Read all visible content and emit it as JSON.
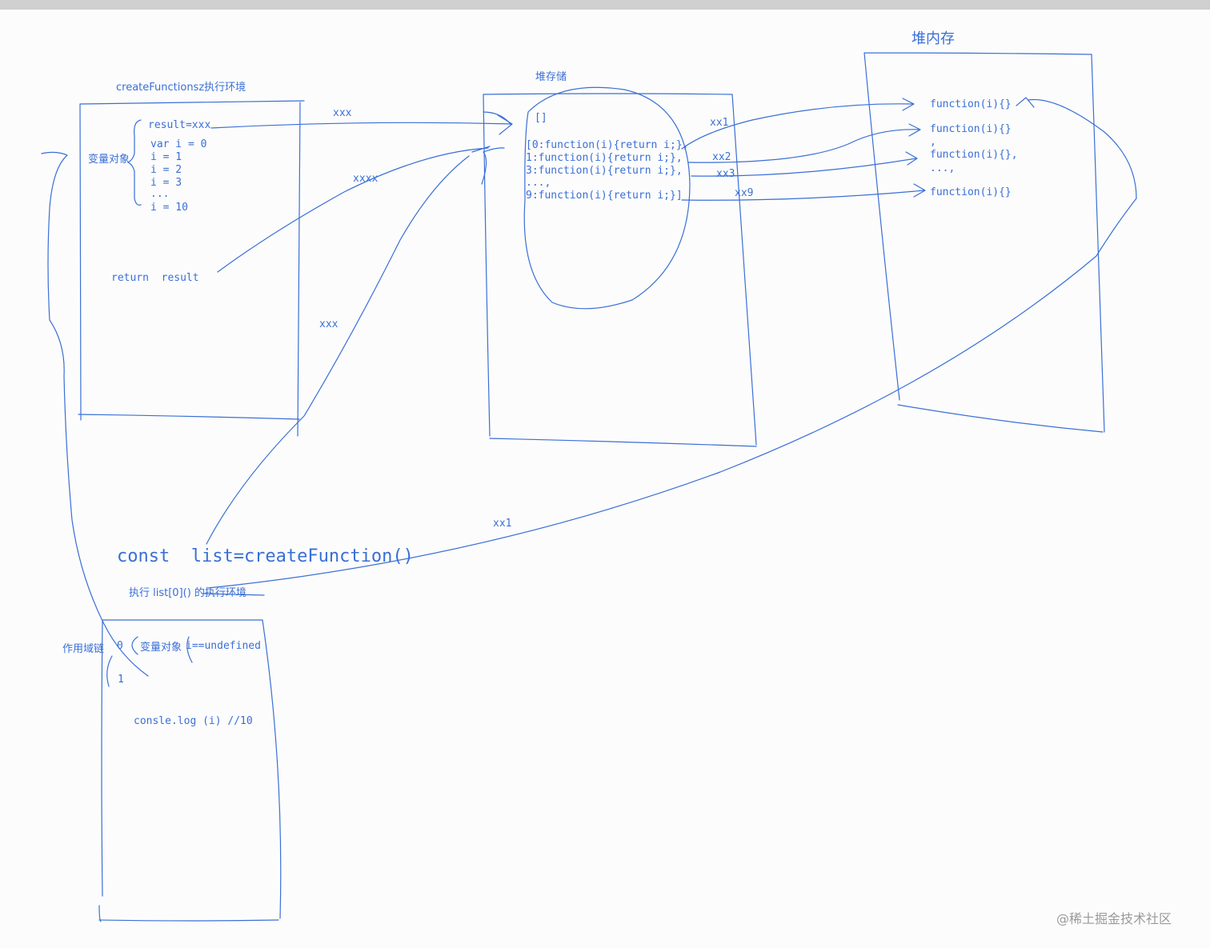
{
  "labels": {
    "create_env_title": "createFunctionsz执行环境",
    "variable_object": "变量对象",
    "result_assign": "result=xxx",
    "var_i0": "var i = 0",
    "i1": "i = 1",
    "i2": "i = 2",
    "i3": "i = 3",
    "ellipsis": "...",
    "i10": "i = 10",
    "return_result": "return  result",
    "xxx_top": "xxx",
    "xxxx": "xxxx",
    "xxx_mid": "xxx",
    "stack_title": "堆存储",
    "empty_array": "[]",
    "arr0": "[0:function(i){return i;},",
    "arr1": "1:function(i){return i;},",
    "arr3": "3:function(i){return i;},",
    "arr_dots": "...,",
    "arr9": "9:function(i){return i;}]",
    "xx1": "xx1",
    "xx2": "xx2",
    "xx3": "xx3",
    "xx9": "xx9",
    "heap_title": "堆内存",
    "fn1": "function(i){}",
    "fn2": "function(i){}",
    "comma": ",",
    "fn3": "function(i){},",
    "fn_dots": "...,",
    "fn4": "function(i){}",
    "const_line": "const  list=createFunction()",
    "xx1_bottom": "xx1",
    "exec_title": "执行 list[0]() 的执行环境",
    "scope_chain": "作用域链",
    "zero": "0",
    "one": "1",
    "var_obj2": "变量对象",
    "i_undefined": "i==undefined",
    "console_log": "consle.log (i) //10"
  },
  "watermark": "@稀土掘金技术社区",
  "colors": {
    "ink": "#3a6fd6",
    "background": "#fcfcfc",
    "watermark": "#9a9a9a"
  }
}
